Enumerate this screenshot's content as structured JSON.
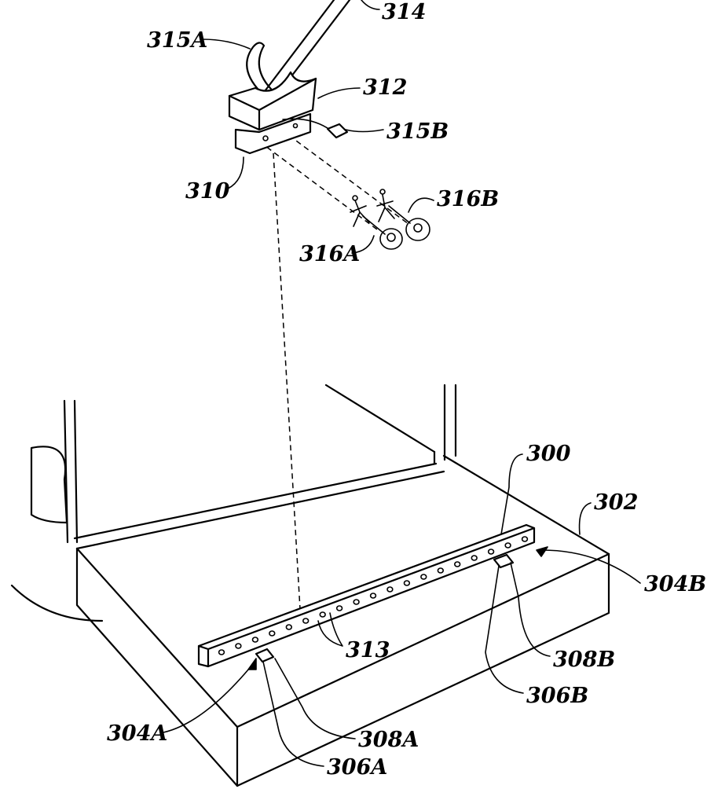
{
  "figure": {
    "labels": {
      "l314": "314",
      "l315A": "315A",
      "l312": "312",
      "l315B": "315B",
      "l310": "310",
      "l316B": "316B",
      "l316A": "316A",
      "l300": "300",
      "l302": "302",
      "l304B": "304B",
      "l313": "313",
      "l308B": "308B",
      "l306B": "306B",
      "l304A": "304A",
      "l308A": "308A",
      "l306A": "306A"
    },
    "colors": {
      "line": "#000000",
      "background": "#ffffff"
    }
  }
}
